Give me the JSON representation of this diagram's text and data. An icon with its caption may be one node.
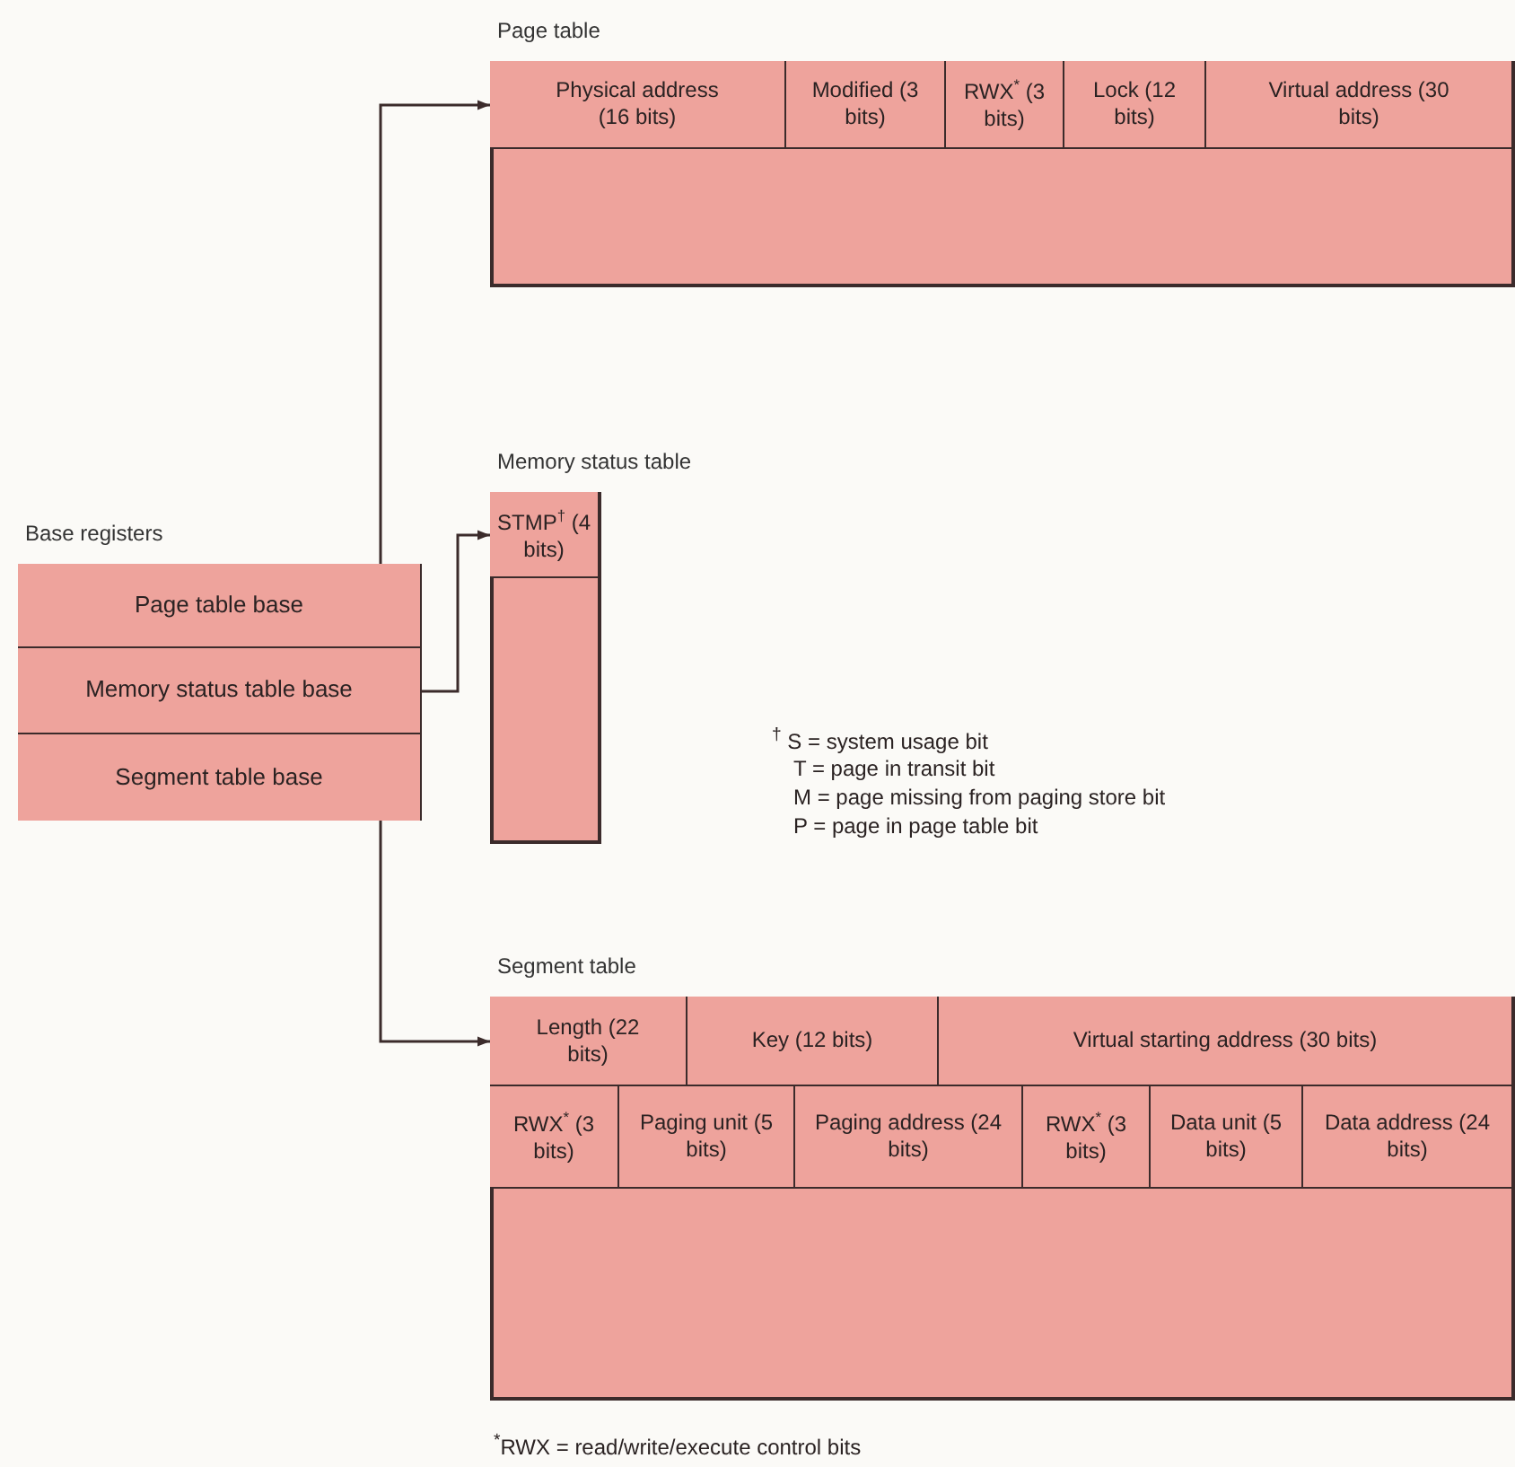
{
  "diagram": {
    "nodes": [
      {
        "text": [
          "Base registers"
        ]
      },
      {
        "text": [
          "Page table base"
        ],
        "in": 0
      },
      {
        "text": [
          "Memory status table base"
        ],
        "in": 0
      },
      {
        "text": [
          "Segment table base"
        ],
        "in": 0
      },
      {
        "text": [
          "Page table"
        ]
      },
      {
        "text": [
          "Physical address (16 bits)"
        ],
        "in": 4
      },
      {
        "text": [
          "Modified (3 bits)"
        ],
        "in": 4
      },
      {
        "text": [
          "RWX$^{*}$ (3 bits)"
        ],
        "in": 4
      },
      {
        "text": [
          "Lock (12 bits)"
        ],
        "in": 4
      },
      {
        "text": [
          "Virtual address (30 bits)"
        ],
        "in": 4
      },
      {
        "text": [
          "Memory status table"
        ]
      },
      {
        "text": [
          "STMP$^{†}$ (4 bits)"
        ],
        "in": 10
      },
      {
        "text": [
          "Segment table"
        ]
      },
      {
        "text": [
          "Length (22 bits)"
        ],
        "in": 12
      },
      {
        "text": [
          "Key (12 bits)"
        ],
        "in": 12
      },
      {
        "text": [
          "Virtual starting address (30 bits)"
        ],
        "in": 12
      },
      {
        "text": [
          "RWX$^{*}$ (3 bits)"
        ],
        "in": 12
      },
      {
        "text": [
          "Paging unit (5 bits)"
        ],
        "in": 12
      },
      {
        "text": [
          "Paging address (24 bits)"
        ],
        "in": 12
      },
      {
        "text": [
          "RWX$^{*}$ (3 bits)"
        ],
        "in": 12
      },
      {
        "text": [
          "Data unit (5 bits)"
        ],
        "in": 12
      },
      {
        "text": [
          "Data address (24 bits)"
        ],
        "in": 12
      }
    ],
    "edges": [
      {
        "from": 1,
        "to": 5,
        "arrow": "to"
      },
      {
        "from": 2,
        "to": 11,
        "arrow": "to"
      },
      {
        "from": 3,
        "to": 13,
        "arrow": "to"
      }
    ],
    "labels": [
      "$^{†}$ S = system usage bit",
      "T = page in transit bit",
      "M = page missing from paging store bit",
      "P = page in page table bit",
      "$^{*}$RWX = read/write/execute control bits"
    ]
  }
}
